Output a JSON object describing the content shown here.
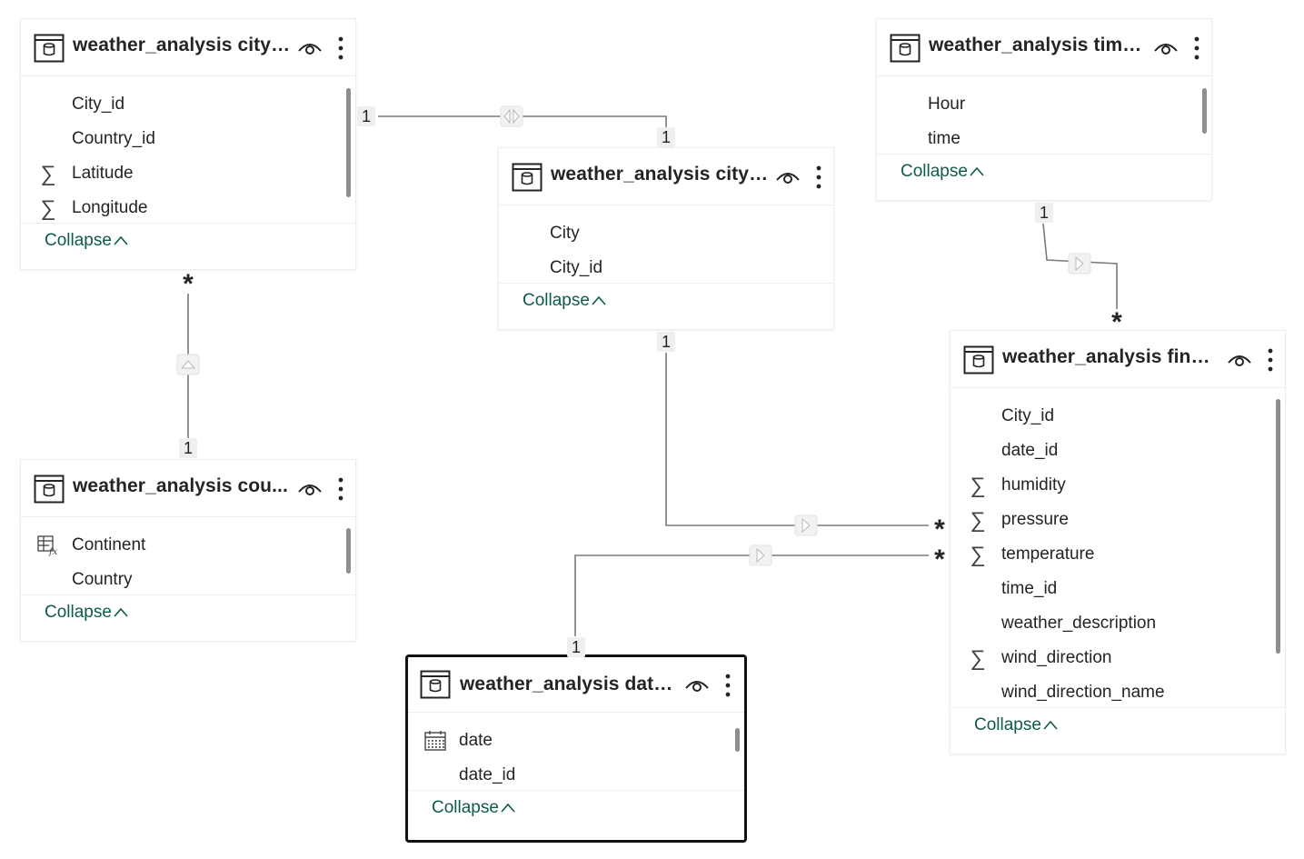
{
  "tables": [
    {
      "id": "city_country",
      "title": "weather_analysis city_...",
      "fields": [
        {
          "name": "City_id",
          "icon": ""
        },
        {
          "name": "Country_id",
          "icon": ""
        },
        {
          "name": "Latitude",
          "icon": "sigma-icon"
        },
        {
          "name": "Longitude",
          "icon": "sigma-icon"
        }
      ],
      "collapse_label": "Collapse",
      "selected": false
    },
    {
      "id": "city",
      "title": "weather_analysis city_...",
      "fields": [
        {
          "name": "City",
          "icon": ""
        },
        {
          "name": "City_id",
          "icon": ""
        }
      ],
      "collapse_label": "Collapse",
      "selected": false
    },
    {
      "id": "time",
      "title": "weather_analysis time...",
      "fields": [
        {
          "name": "Hour",
          "icon": ""
        },
        {
          "name": "time",
          "icon": ""
        }
      ],
      "collapse_label": "Collapse",
      "selected": false
    },
    {
      "id": "country",
      "title": "weather_analysis cou...",
      "fields": [
        {
          "name": "Continent",
          "icon": "calculated-column-icon"
        },
        {
          "name": "Country",
          "icon": ""
        }
      ],
      "collapse_label": "Collapse",
      "selected": false
    },
    {
      "id": "final",
      "title": "weather_analysis final...",
      "fields": [
        {
          "name": "City_id",
          "icon": ""
        },
        {
          "name": "date_id",
          "icon": ""
        },
        {
          "name": "humidity",
          "icon": "sigma-icon"
        },
        {
          "name": "pressure",
          "icon": "sigma-icon"
        },
        {
          "name": "temperature",
          "icon": "sigma-icon"
        },
        {
          "name": "time_id",
          "icon": ""
        },
        {
          "name": "weather_description",
          "icon": ""
        },
        {
          "name": "wind_direction",
          "icon": "sigma-icon"
        },
        {
          "name": "wind_direction_name",
          "icon": ""
        }
      ],
      "collapse_label": "Collapse",
      "selected": false
    },
    {
      "id": "date",
      "title": "weather_analysis date...",
      "fields": [
        {
          "name": "date",
          "icon": "calendar-icon"
        },
        {
          "name": "date_id",
          "icon": ""
        }
      ],
      "collapse_label": "Collapse",
      "selected": true
    }
  ],
  "relationships": [
    {
      "from": "city_country",
      "to": "city",
      "from_card": "1",
      "to_card": "1",
      "filter": "both"
    },
    {
      "from": "city_country",
      "to": "country",
      "from_card": "*",
      "to_card": "1",
      "filter": "single"
    },
    {
      "from": "time",
      "to": "final",
      "from_card": "1",
      "to_card": "*",
      "filter": "single"
    },
    {
      "from": "city",
      "to": "final",
      "from_card": "1",
      "to_card": "*",
      "filter": "single"
    },
    {
      "from": "date",
      "to": "final",
      "from_card": "1",
      "to_card": "*",
      "filter": "single"
    }
  ],
  "colors": {
    "collapse_text": "#0e5a4d",
    "line": "#7a7a7a",
    "selected_border": "#111111"
  }
}
